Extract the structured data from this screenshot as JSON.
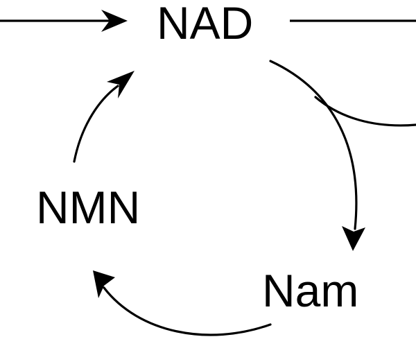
{
  "nodes": {
    "nad": "NAD",
    "nmn": "NMN",
    "nam": "Nam"
  }
}
